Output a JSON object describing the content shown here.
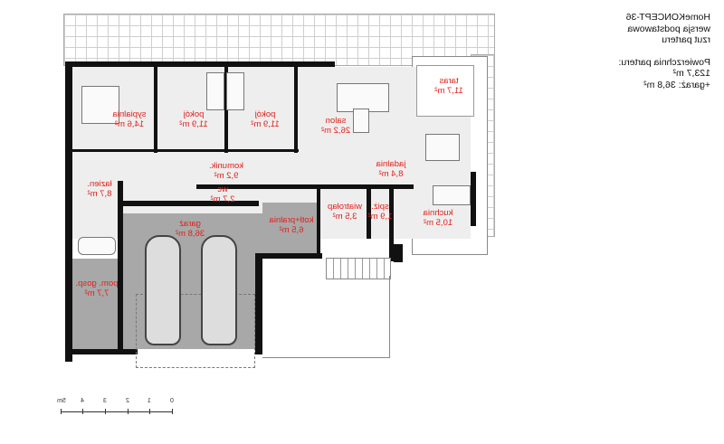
{
  "info": {
    "title": "HomeKONCEPT-36",
    "version": "wersja podstawowa",
    "view": "rzut parteru",
    "area_label": "Powierzchnia parteru:",
    "area_value": "123,7 m²",
    "garage_value": "+garaż: 36,8 m²"
  },
  "rooms": [
    {
      "name": "sypialnia",
      "area": "14,6 m²"
    },
    {
      "name": "pokój",
      "area": "11,9 m²"
    },
    {
      "name": "pokój",
      "area": "11,9 m²"
    },
    {
      "name": "salon",
      "area": "26,2 m²"
    },
    {
      "name": "taras",
      "area": "11,7 m²"
    },
    {
      "name": "jadalnia",
      "area": "8,4 m²"
    },
    {
      "name": "komunik.",
      "area": "9,2 m²"
    },
    {
      "name": "łazien.",
      "area": "8,7 m²"
    },
    {
      "name": "wc",
      "area": "2,7 m²"
    },
    {
      "name": "garaż",
      "area": "36,8 m²"
    },
    {
      "name": "kotł+pralnia",
      "area": "6,5 m²"
    },
    {
      "name": "wiatrołap",
      "area": "3,5 m²"
    },
    {
      "name": "spiż.",
      "area": "1,9 m²"
    },
    {
      "name": "kuchnia",
      "area": "10,5 m²"
    },
    {
      "name": "pom. gosp.",
      "area": "7,7 m²"
    }
  ],
  "scale": {
    "ticks": [
      "0",
      "1",
      "2",
      "3",
      "4",
      "5m"
    ]
  }
}
